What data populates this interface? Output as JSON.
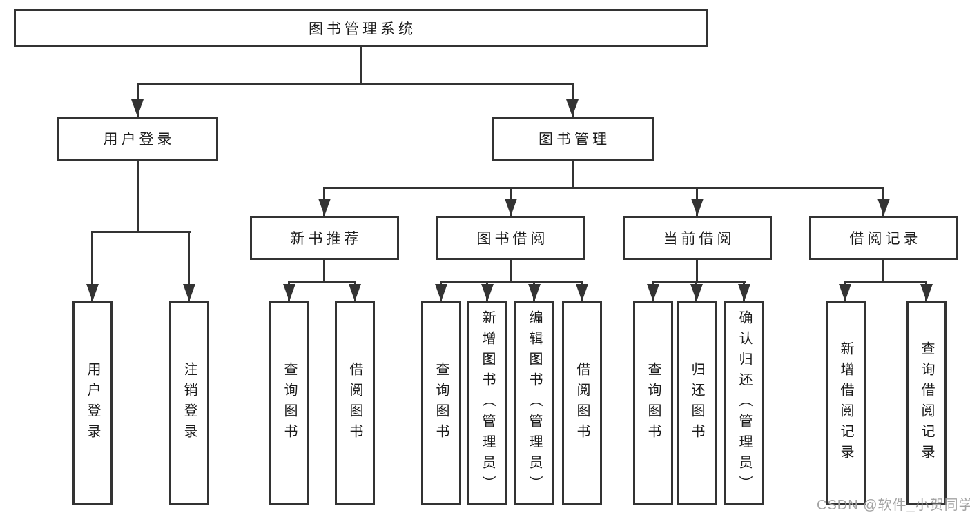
{
  "diagram": {
    "root": {
      "label": "图书管理系统"
    },
    "user_branch": {
      "label": "用户登录",
      "children": [
        {
          "label": "用户登录"
        },
        {
          "label": "注销登录"
        }
      ]
    },
    "book_branch": {
      "label": "图书管理",
      "sections": [
        {
          "label": "新书推荐",
          "children": [
            {
              "label": "查询图书"
            },
            {
              "label": "借阅图书"
            }
          ]
        },
        {
          "label": "图书借阅",
          "children": [
            {
              "label": "查询图书"
            },
            {
              "label": "新增图书（管理员）"
            },
            {
              "label": "编辑图书（管理员）"
            },
            {
              "label": "借阅图书"
            }
          ]
        },
        {
          "label": "当前借阅",
          "children": [
            {
              "label": "查询图书"
            },
            {
              "label": "归还图书"
            },
            {
              "label": "确认归还（管理员）"
            }
          ]
        },
        {
          "label": "借阅记录",
          "children": [
            {
              "label": "新增借阅记录"
            },
            {
              "label": "查询借阅记录"
            }
          ]
        }
      ]
    },
    "watermark": "CSDN @软件_小贺同学"
  }
}
